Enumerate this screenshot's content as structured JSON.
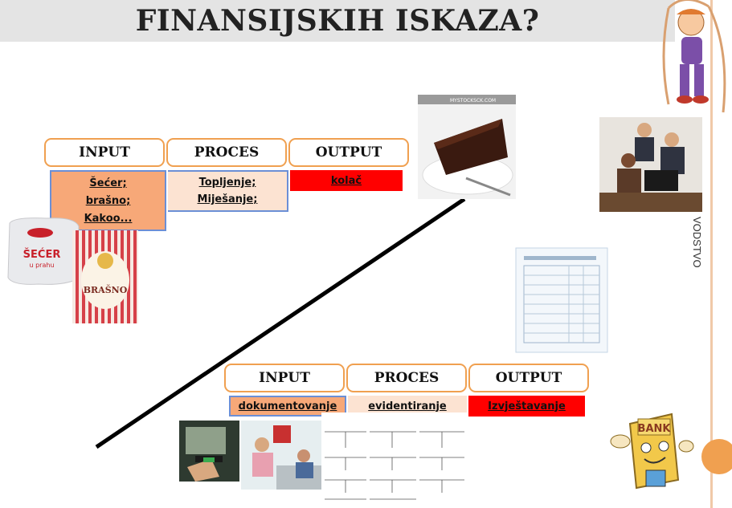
{
  "title": "FINANSIJSKIH ISKAZA?",
  "side_text": "VODSTVO",
  "top_flow": {
    "headers": {
      "input": "INPUT",
      "proces": "PROCES",
      "output": "OUTPUT"
    },
    "input_items": [
      "Šećer;",
      "brašno;",
      "Kakoo..."
    ],
    "proces_items": [
      "Topljenje;",
      "Miješanje;"
    ],
    "output_items": [
      "kolač"
    ]
  },
  "bottom_flow": {
    "headers": {
      "input": "INPUT",
      "proces": "PROCES",
      "output": "OUTPUT"
    },
    "input_item": "dokumentovanje",
    "proces_item": "evidentiranje",
    "output_item": "Izvještavanje"
  },
  "images": {
    "sugar_label_1": "ŠEĆER",
    "sugar_label_2": "u prahu",
    "flour_label": "BRAŠNO",
    "cake_watermark": "MYSTOCKSCK.COM",
    "bank_sign": "BANK"
  },
  "colors": {
    "input_fill": "#f7a878",
    "proces_fill": "#fce3d2",
    "output_fill": "#ff0000",
    "header_border": "#f0a050",
    "cell_border": "#6b8fd6"
  }
}
